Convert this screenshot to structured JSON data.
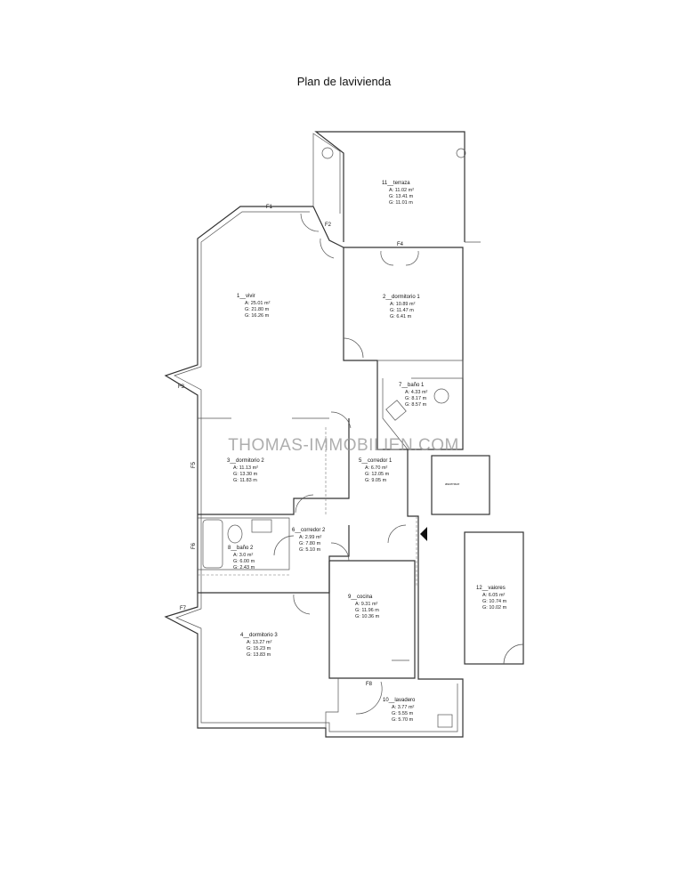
{
  "title": "Plan de lavivienda",
  "watermark": "THOMAS-IMMOBILIEN.COM",
  "rooms": [
    {
      "name": "11__terraza",
      "a": "A: 11.02 m²",
      "g1": "G: 13.41 m",
      "g2": "G: 11.01 m"
    },
    {
      "name": "1__vivir",
      "a": "A: 25.01 m²",
      "g1": "G: 21.80 m",
      "g2": "G: 16.26 m"
    },
    {
      "name": "2__dormitorio 1",
      "a": "A: 10.89 m²",
      "g1": "G: 11.47 m",
      "g2": "G: 6.41 m"
    },
    {
      "name": "7__baño 1",
      "a": "A: 4.33 m²",
      "g1": "G: 8.17 m",
      "g2": "G: 8.57 m"
    },
    {
      "name": "3__dormitorio 2",
      "a": "A: 11.13 m²",
      "g1": "G: 13.30 m",
      "g2": "G: 11.83 m"
    },
    {
      "name": "5__corredor 1",
      "a": "A: 6.70 m²",
      "g1": "G: 12.05 m",
      "g2": "G: 9.05 m"
    },
    {
      "name": "6__corredor 2",
      "a": "A: 2.99 m²",
      "g1": "G: 7.80 m",
      "g2": "G: 5.10 m"
    },
    {
      "name": "8__baño 2",
      "a": "A: 3.0 m²",
      "g1": "G: 6.00 m",
      "g2": "G: 2.43 m"
    },
    {
      "name": "9__cocina",
      "a": "A: 9.31 m²",
      "g1": "G: 11.96 m",
      "g2": "G: 10.36 m"
    },
    {
      "name": "4__dormitorio 3",
      "a": "A: 13.27 m²",
      "g1": "G: 15.23 m",
      "g2": "G: 13.83 m"
    },
    {
      "name": "10__lavadero",
      "a": "A: 3.77 m²",
      "g1": "G: 5.55 m",
      "g2": "G: 5.70 m"
    },
    {
      "name": "12__vaiores",
      "a": "A: 6.05 m²",
      "g1": "G: 10.74 m",
      "g2": "G: 10.02 m"
    }
  ],
  "windows": [
    "F1",
    "F2",
    "F3",
    "F4",
    "F5",
    "F6",
    "F7",
    "F8"
  ],
  "ascensor": "ascensor"
}
